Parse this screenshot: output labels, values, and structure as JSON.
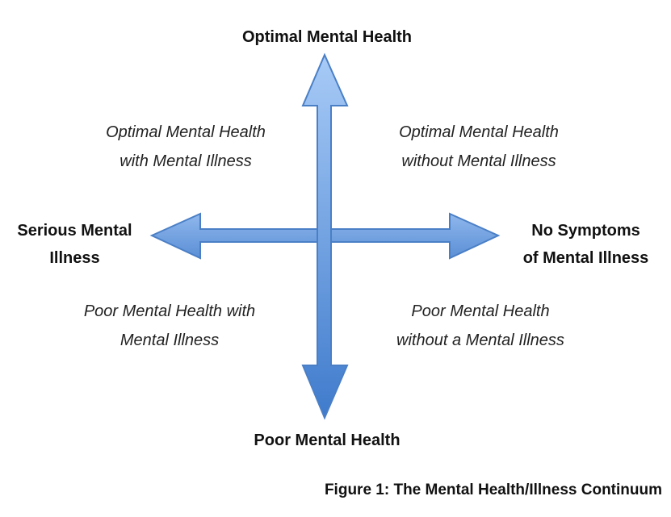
{
  "axes": {
    "top": "Optimal Mental Health",
    "bottom": "Poor Mental Health",
    "left_line1": "Serious Mental",
    "left_line2": "Illness",
    "right_line1": "No Symptoms",
    "right_line2": "of Mental Illness"
  },
  "quadrants": {
    "top_left_line1": "Optimal Mental Health",
    "top_left_line2": "with Mental Illness",
    "top_right_line1": "Optimal Mental Health",
    "top_right_line2": "without Mental Illness",
    "bottom_left_line1": "Poor Mental Health with",
    "bottom_left_line2": "Mental Illness",
    "bottom_right_line1": "Poor Mental Health",
    "bottom_right_line2": "without a Mental Illness"
  },
  "caption": "Figure 1: The Mental Health/Illness Continuum",
  "colors": {
    "arrow_light": "#a8cbf7",
    "arrow_dark": "#3f7bcc",
    "arrow_stroke": "#4a7fc6"
  }
}
